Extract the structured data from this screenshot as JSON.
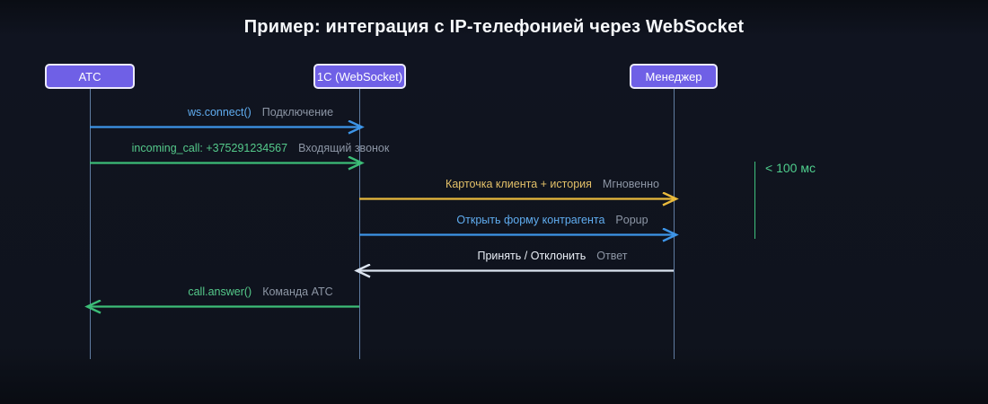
{
  "title": "Пример: интеграция с IP-телефонией через WebSocket",
  "actors": [
    {
      "label": "АТС"
    },
    {
      "label": "1С (WebSocket)"
    },
    {
      "label": "Менеджер"
    }
  ],
  "messages": [
    {
      "from": "АТС",
      "to": "1С (WebSocket)",
      "direction": "right",
      "label": "ws.connect()",
      "note": "Подключение",
      "color": "#3d95e8"
    },
    {
      "from": "АТС",
      "to": "1С (WebSocket)",
      "direction": "right",
      "label": "incoming_call: +375291234567",
      "note": "Входящий звонок",
      "color": "#3cbd77"
    },
    {
      "from": "1С (WebSocket)",
      "to": "Менеджер",
      "direction": "right",
      "label": "Карточка клиента + история",
      "note": "Мгновенно",
      "color": "#e9ba3c"
    },
    {
      "from": "1С (WebSocket)",
      "to": "Менеджер",
      "direction": "right",
      "label": "Открыть форму контрагента",
      "note": "Popup",
      "color": "#3d95e8"
    },
    {
      "from": "Менеджер",
      "to": "1С (WebSocket)",
      "direction": "left",
      "label": "Принять / Отклонить",
      "note": "Ответ",
      "color": "#dce4f0"
    },
    {
      "from": "1С (WebSocket)",
      "to": "АТС",
      "direction": "left",
      "label": "call.answer()",
      "note": "Команда АТС",
      "color": "#3cbd77"
    }
  ],
  "annotation": {
    "label": "< 100 мс",
    "color": "#4fce8d",
    "spans": "incoming_call → Popup"
  },
  "colors": {
    "background": "#0f131d",
    "actor_fill": "#6f60e6",
    "actor_border": "#edebfc",
    "lifeline": "#6e8fb8",
    "blue": "#3d95e8",
    "green": "#3cbd77",
    "gold": "#e9ba3c",
    "white": "#dce4f0",
    "muted_text": "#8d96a5",
    "title_text": "#f7f9fc"
  }
}
